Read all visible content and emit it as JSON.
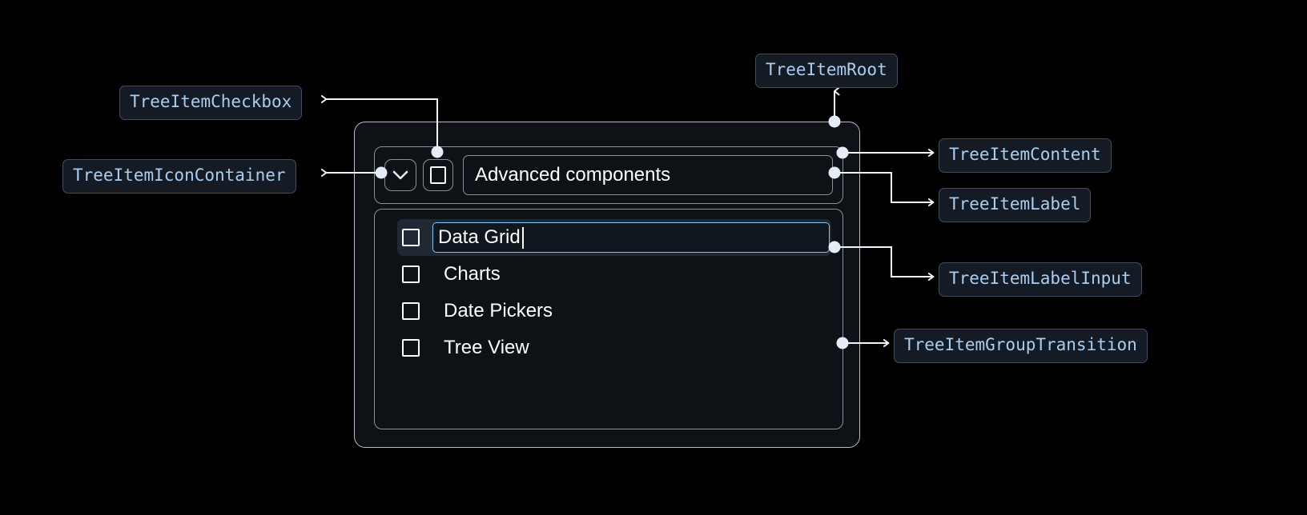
{
  "annotations": [
    {
      "id": "tree-item-checkbox",
      "label": "TreeItemCheckbox"
    },
    {
      "id": "tree-item-icon-container",
      "label": "TreeItemIconContainer"
    },
    {
      "id": "tree-item-root",
      "label": "TreeItemRoot"
    },
    {
      "id": "tree-item-content",
      "label": "TreeItemContent"
    },
    {
      "id": "tree-item-label",
      "label": "TreeItemLabel"
    },
    {
      "id": "tree-item-label-input",
      "label": "TreeItemLabelInput"
    },
    {
      "id": "tree-item-group-transition",
      "label": "TreeItemGroupTransition"
    }
  ],
  "tree": {
    "root": {
      "label": "Advanced components",
      "expand_icon": "chevron-down-icon",
      "checkbox_checked": false
    },
    "children": [
      {
        "label": "Data Grid",
        "editing": true,
        "checkbox_checked": false,
        "selected": true
      },
      {
        "label": "Charts",
        "editing": false,
        "checkbox_checked": false,
        "selected": false
      },
      {
        "label": "Date Pickers",
        "editing": false,
        "checkbox_checked": false,
        "selected": false
      },
      {
        "label": "Tree View",
        "editing": false,
        "checkbox_checked": false,
        "selected": false
      }
    ]
  },
  "colors": {
    "background": "#000000",
    "badge_bg": "#141b25",
    "badge_border": "#3e4d63",
    "badge_text": "#a9cef2",
    "card_bg": "#0e1216",
    "card_border": "#b9bec4",
    "inner_border": "#8b9098",
    "selected_row_bg": "#1f2933",
    "input_focus_border": "#8fc3ef",
    "connector": "#f2f6fb",
    "text": "#ffffff"
  }
}
